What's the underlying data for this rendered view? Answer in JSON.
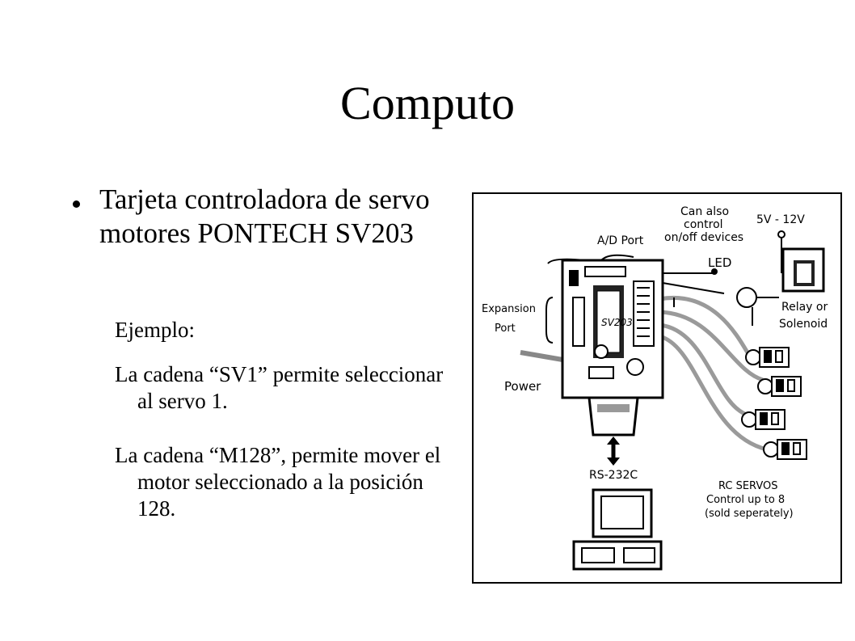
{
  "slide": {
    "title": "Computo",
    "bullet": "Tarjeta controladora de servo motores PONTECH SV203",
    "sub_items": [
      "Ejemplo:",
      "La cadena “SV1” permite seleccionar al servo 1.",
      "La cadena “M128”, permite mover el motor seleccionado a la posición 128."
    ]
  },
  "diagram": {
    "labels": {
      "ad_port": "A/D Port",
      "can_also_1": "Can also",
      "can_also_2": "control",
      "can_also_3": "on/off devices",
      "led": "LED",
      "voltage": "5V - 12V",
      "relay_1": "Relay or",
      "relay_2": "Solenoid",
      "expansion_1": "Expansion",
      "expansion_2": "Port",
      "power": "Power",
      "rs232": "RS-232C",
      "rcservos_1": "RC SERVOS",
      "rcservos_2": "Control up to 8",
      "rcservos_3": "(sold seperately)"
    }
  }
}
